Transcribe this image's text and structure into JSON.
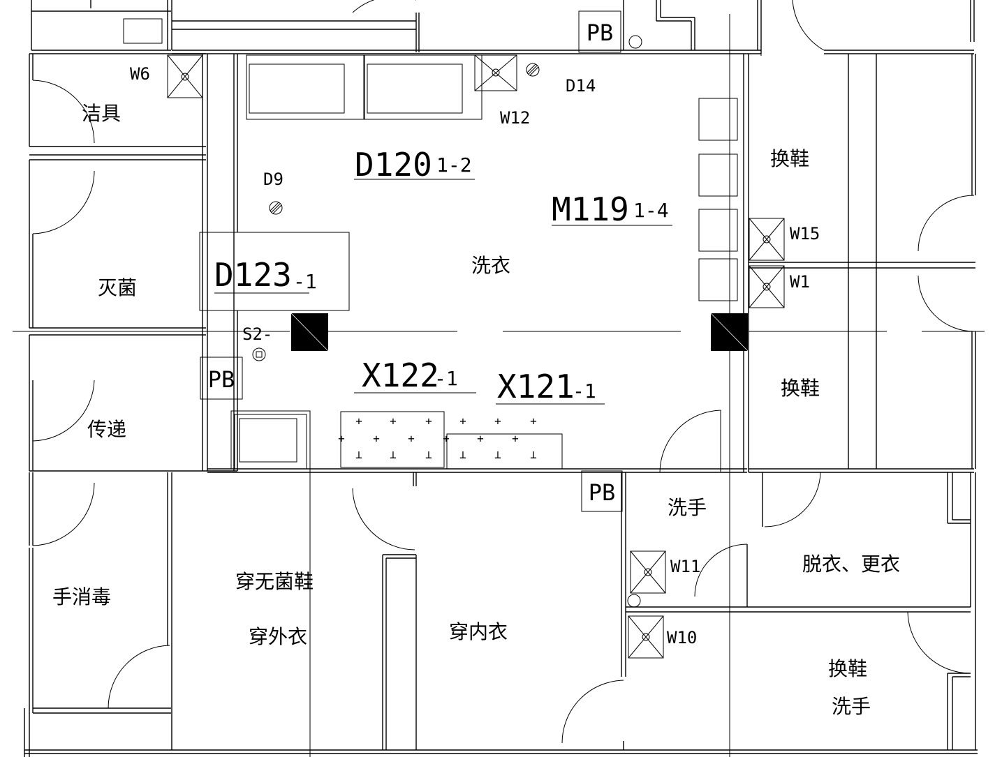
{
  "rooms": {
    "cleaning_tools": "洁具",
    "sterilize": "灭菌",
    "pass_through": "传递",
    "wash_clothes": "洗衣",
    "change_shoes_1": "换鞋",
    "change_shoes_2": "换鞋",
    "hand_disinfect": "手消毒",
    "sterile_shoes": "穿无菌鞋",
    "outer_coat": "穿外衣",
    "inner_clothes": "穿内衣",
    "wash_hands": "洗手",
    "undress_change": "脱衣、更衣",
    "change_shoes_3": "换鞋",
    "wash_hands_2": "洗手"
  },
  "equipment": {
    "d120": {
      "code": "D120",
      "suffix": "1-2"
    },
    "m119": {
      "code": "M119",
      "suffix": "1-4"
    },
    "d123": {
      "code": "D123",
      "suffix": "-1"
    },
    "x122": {
      "code": "X122",
      "suffix": "-1"
    },
    "x121": {
      "code": "X121",
      "suffix": "-1"
    }
  },
  "tags": {
    "w6": "W6",
    "w12": "W12",
    "w15": "W15",
    "w1": "W1",
    "w11": "W11",
    "w10": "W10",
    "d14": "D14",
    "d9": "D9",
    "s2": "S2-",
    "pb1": "PB",
    "pb2": "PB",
    "pb3": "PB"
  }
}
